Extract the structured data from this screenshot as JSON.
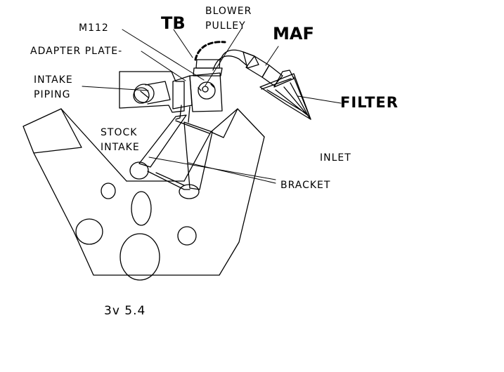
{
  "labels": {
    "m112": "M112",
    "tb": "TB",
    "blower_pulley_line1": "BLOWER",
    "blower_pulley_line2": "PULLEY",
    "maf": "MAF",
    "adapter_plate": "ADAPTER PLATE-",
    "intake_piping_line1": "INTAKE",
    "intake_piping_line2": "PIPING",
    "filter": "FILTER",
    "stock_intake_line1": "STOCK",
    "stock_intake_line2": "INTAKE",
    "inlet": "INLET",
    "bracket": "BRACKET",
    "engine": "3v 5.4"
  },
  "colors": {
    "ink": "#000000",
    "background": "#ffffff"
  }
}
